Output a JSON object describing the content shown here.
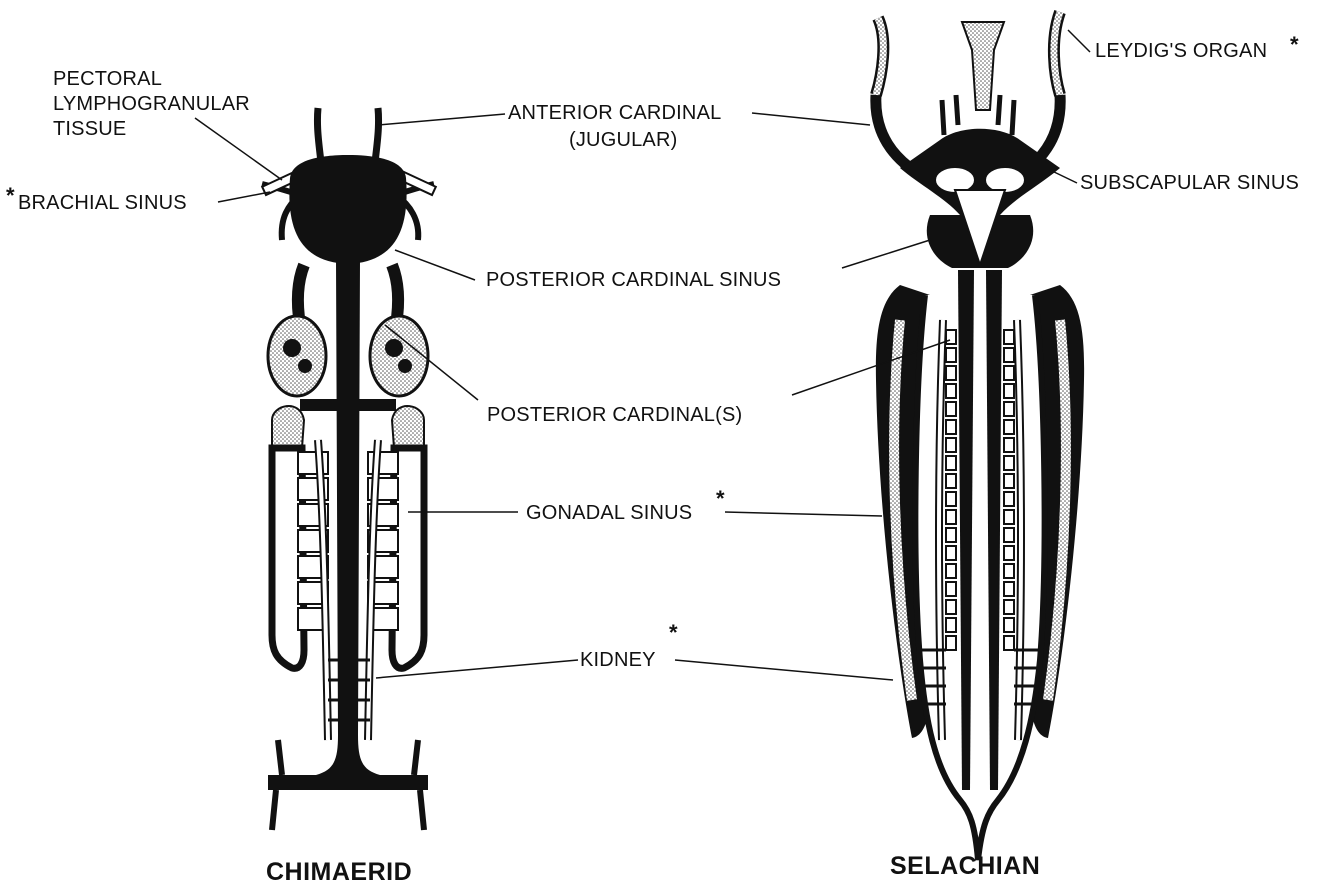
{
  "labels": {
    "pectoral_line1": "PECTORAL",
    "pectoral_line2": "LYMPHOGRANULAR",
    "pectoral_line3": "TISSUE",
    "brachial_sinus": "BRACHIAL SINUS",
    "anterior_cardinal_line1": "ANTERIOR CARDINAL",
    "anterior_cardinal_line2": "(JUGULAR)",
    "leydigs_organ": "LEYDIG'S ORGAN",
    "subscapular_sinus": "SUBSCAPULAR SINUS",
    "posterior_cardinal_sinus": "POSTERIOR CARDINAL SINUS",
    "posterior_cardinals": "POSTERIOR CARDINAL(S)",
    "gonadal_sinus": "GONADAL SINUS",
    "kidney": "KIDNEY",
    "asterisk": "*"
  },
  "titles": {
    "left": "CHIMAERID",
    "right": "SELACHIAN"
  },
  "colors": {
    "ink": "#111111",
    "stipple": "#c8c8c8",
    "background": "#ffffff"
  }
}
